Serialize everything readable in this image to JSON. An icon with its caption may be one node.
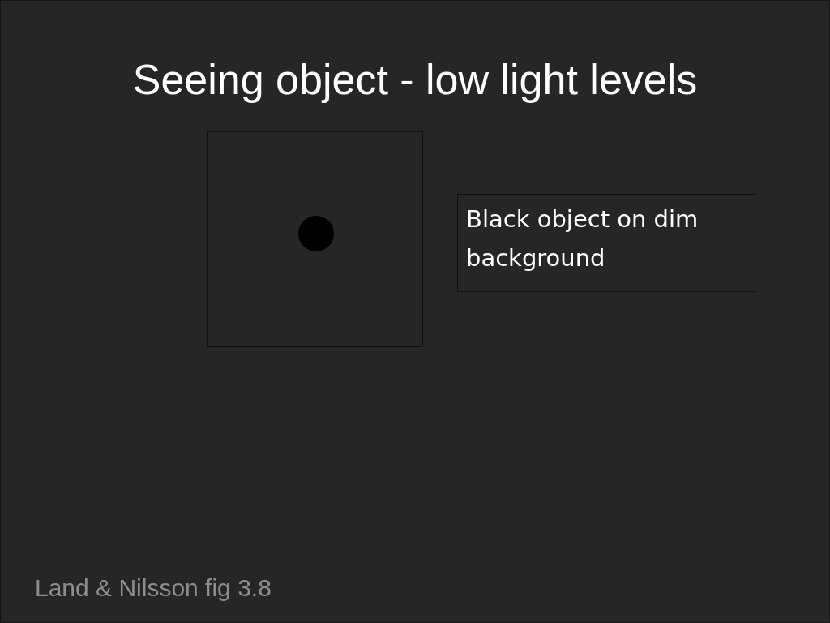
{
  "diagram": {
    "title": "Seeing object - low light levels",
    "nodes": [
      {
        "text": [],
        "shape": "box"
      },
      {
        "text": [],
        "shape": "circle",
        "in": 0
      },
      {
        "text": [
          "Black object on dim background"
        ]
      }
    ],
    "labels": [
      "Land & Nilsson fig 3.8"
    ]
  }
}
